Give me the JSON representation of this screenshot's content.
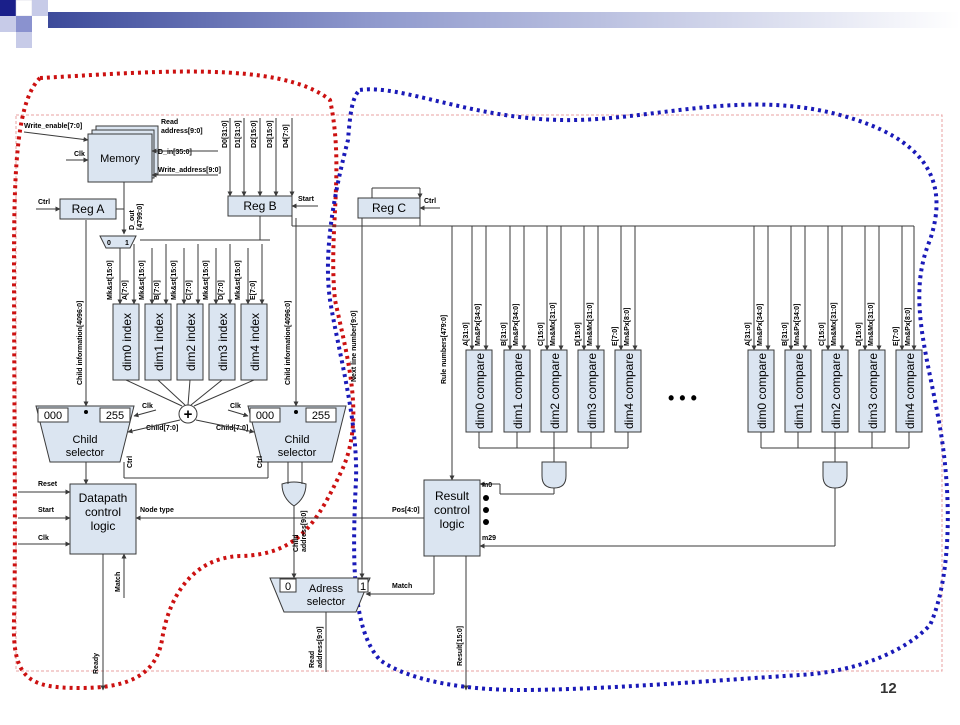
{
  "page_number": "12",
  "memory": {
    "label": "Memory",
    "read_address": "Read\naddress[9:0]",
    "d_in": "D_in[35:0]",
    "write_address": "Write_address[9:0]",
    "d_out": "D_out\n[4799:0]"
  },
  "inputs": {
    "write_enable": "Write_enable[7:0]",
    "clk": "Clk",
    "ctrl": "Ctrl",
    "reset": "Reset",
    "start": "Start",
    "start_regb": "Start"
  },
  "data_buses": [
    "D0[31:0]",
    "D1[31:0]",
    "D2[15:0]",
    "D3[15:0]",
    "D4[7:0]"
  ],
  "registers": {
    "reg_a": "Reg A",
    "reg_b": "Reg B",
    "reg_c": "Reg C"
  },
  "index_blocks": [
    "dim0 index",
    "dim1 index",
    "dim2 index",
    "dim3 index",
    "dim4 index"
  ],
  "index_inputs": [
    "Mk&st[15:0]",
    "A[7:0]",
    "Mk&st[15:0]",
    "B[7:0]",
    "Mk&st[15:0]",
    "C[7:0]",
    "Mk&st[15:0]",
    "D[7:0]",
    "Mk&st[15:0]",
    "E[7:0]"
  ],
  "mux_labels": {
    "zero": "0",
    "one": "1"
  },
  "child_info": "Child information[4096:0]",
  "child_info_right": "Child information[4096:0]",
  "child_selector": {
    "label": "Child\nselector",
    "left_val": "000",
    "right_val": "255",
    "child_bus": "Child[7:0]"
  },
  "clk_label": "Clk",
  "datapath": {
    "label": "Datapath\ncontrol\nlogic",
    "node_type": "Node type",
    "match": "Match",
    "ready": "Ready"
  },
  "child_address": "Child\naddress[9:0]",
  "address_selector": {
    "label": "Adress\nselector",
    "match": "Match",
    "read_address": "Read\naddress[9:0]"
  },
  "next_line": "Next line number[9:0]",
  "rule_numbers": "Rule numbers[479:0]",
  "compare_blocks": [
    "dim0 compare",
    "dim1 compare",
    "dim2 compare",
    "dim3 compare",
    "dim4 compare"
  ],
  "compare_inputs": [
    "A[31:0]",
    "Mn&Px[34:0]",
    "B[31:0]",
    "Mn&Px[34:0]",
    "C[15:0]",
    "Mn&Mx[31:0]",
    "D[15:0]",
    "Mn&Mx[31:0]",
    "E[7:0]",
    "Mn&Px[8:0]"
  ],
  "ellipsis": "• • •",
  "result": {
    "label": "Result\ncontrol\nlogic",
    "m0": "m0",
    "m29": "m29",
    "pos": "Pos[4:0]",
    "result_bus": "Result[15:0]"
  }
}
